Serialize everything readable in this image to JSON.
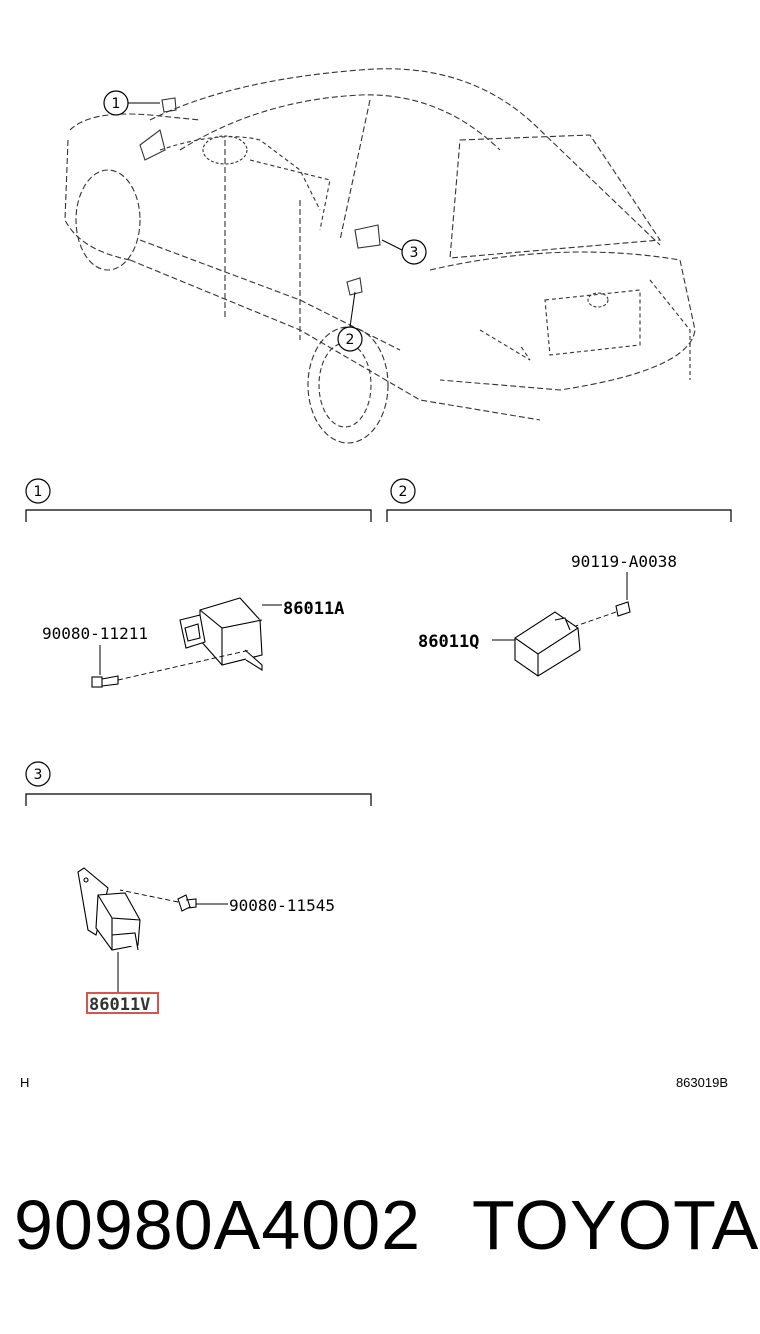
{
  "callouts": {
    "c1": "1",
    "c2": "2",
    "c3": "3"
  },
  "sections": [
    {
      "number": "1",
      "parts": [
        "86011A",
        "90080-11211"
      ]
    },
    {
      "number": "2",
      "parts": [
        "90119-A0038",
        "86011Q"
      ]
    },
    {
      "number": "3",
      "parts": [
        "90080-11545",
        "86011V"
      ]
    }
  ],
  "highlighted_part": "86011V",
  "highlight_color": "#d9534f",
  "corner_left": "H",
  "corner_right": "863019B",
  "footer": {
    "part_number": "90980A4002",
    "brand": "TOYOTA"
  }
}
